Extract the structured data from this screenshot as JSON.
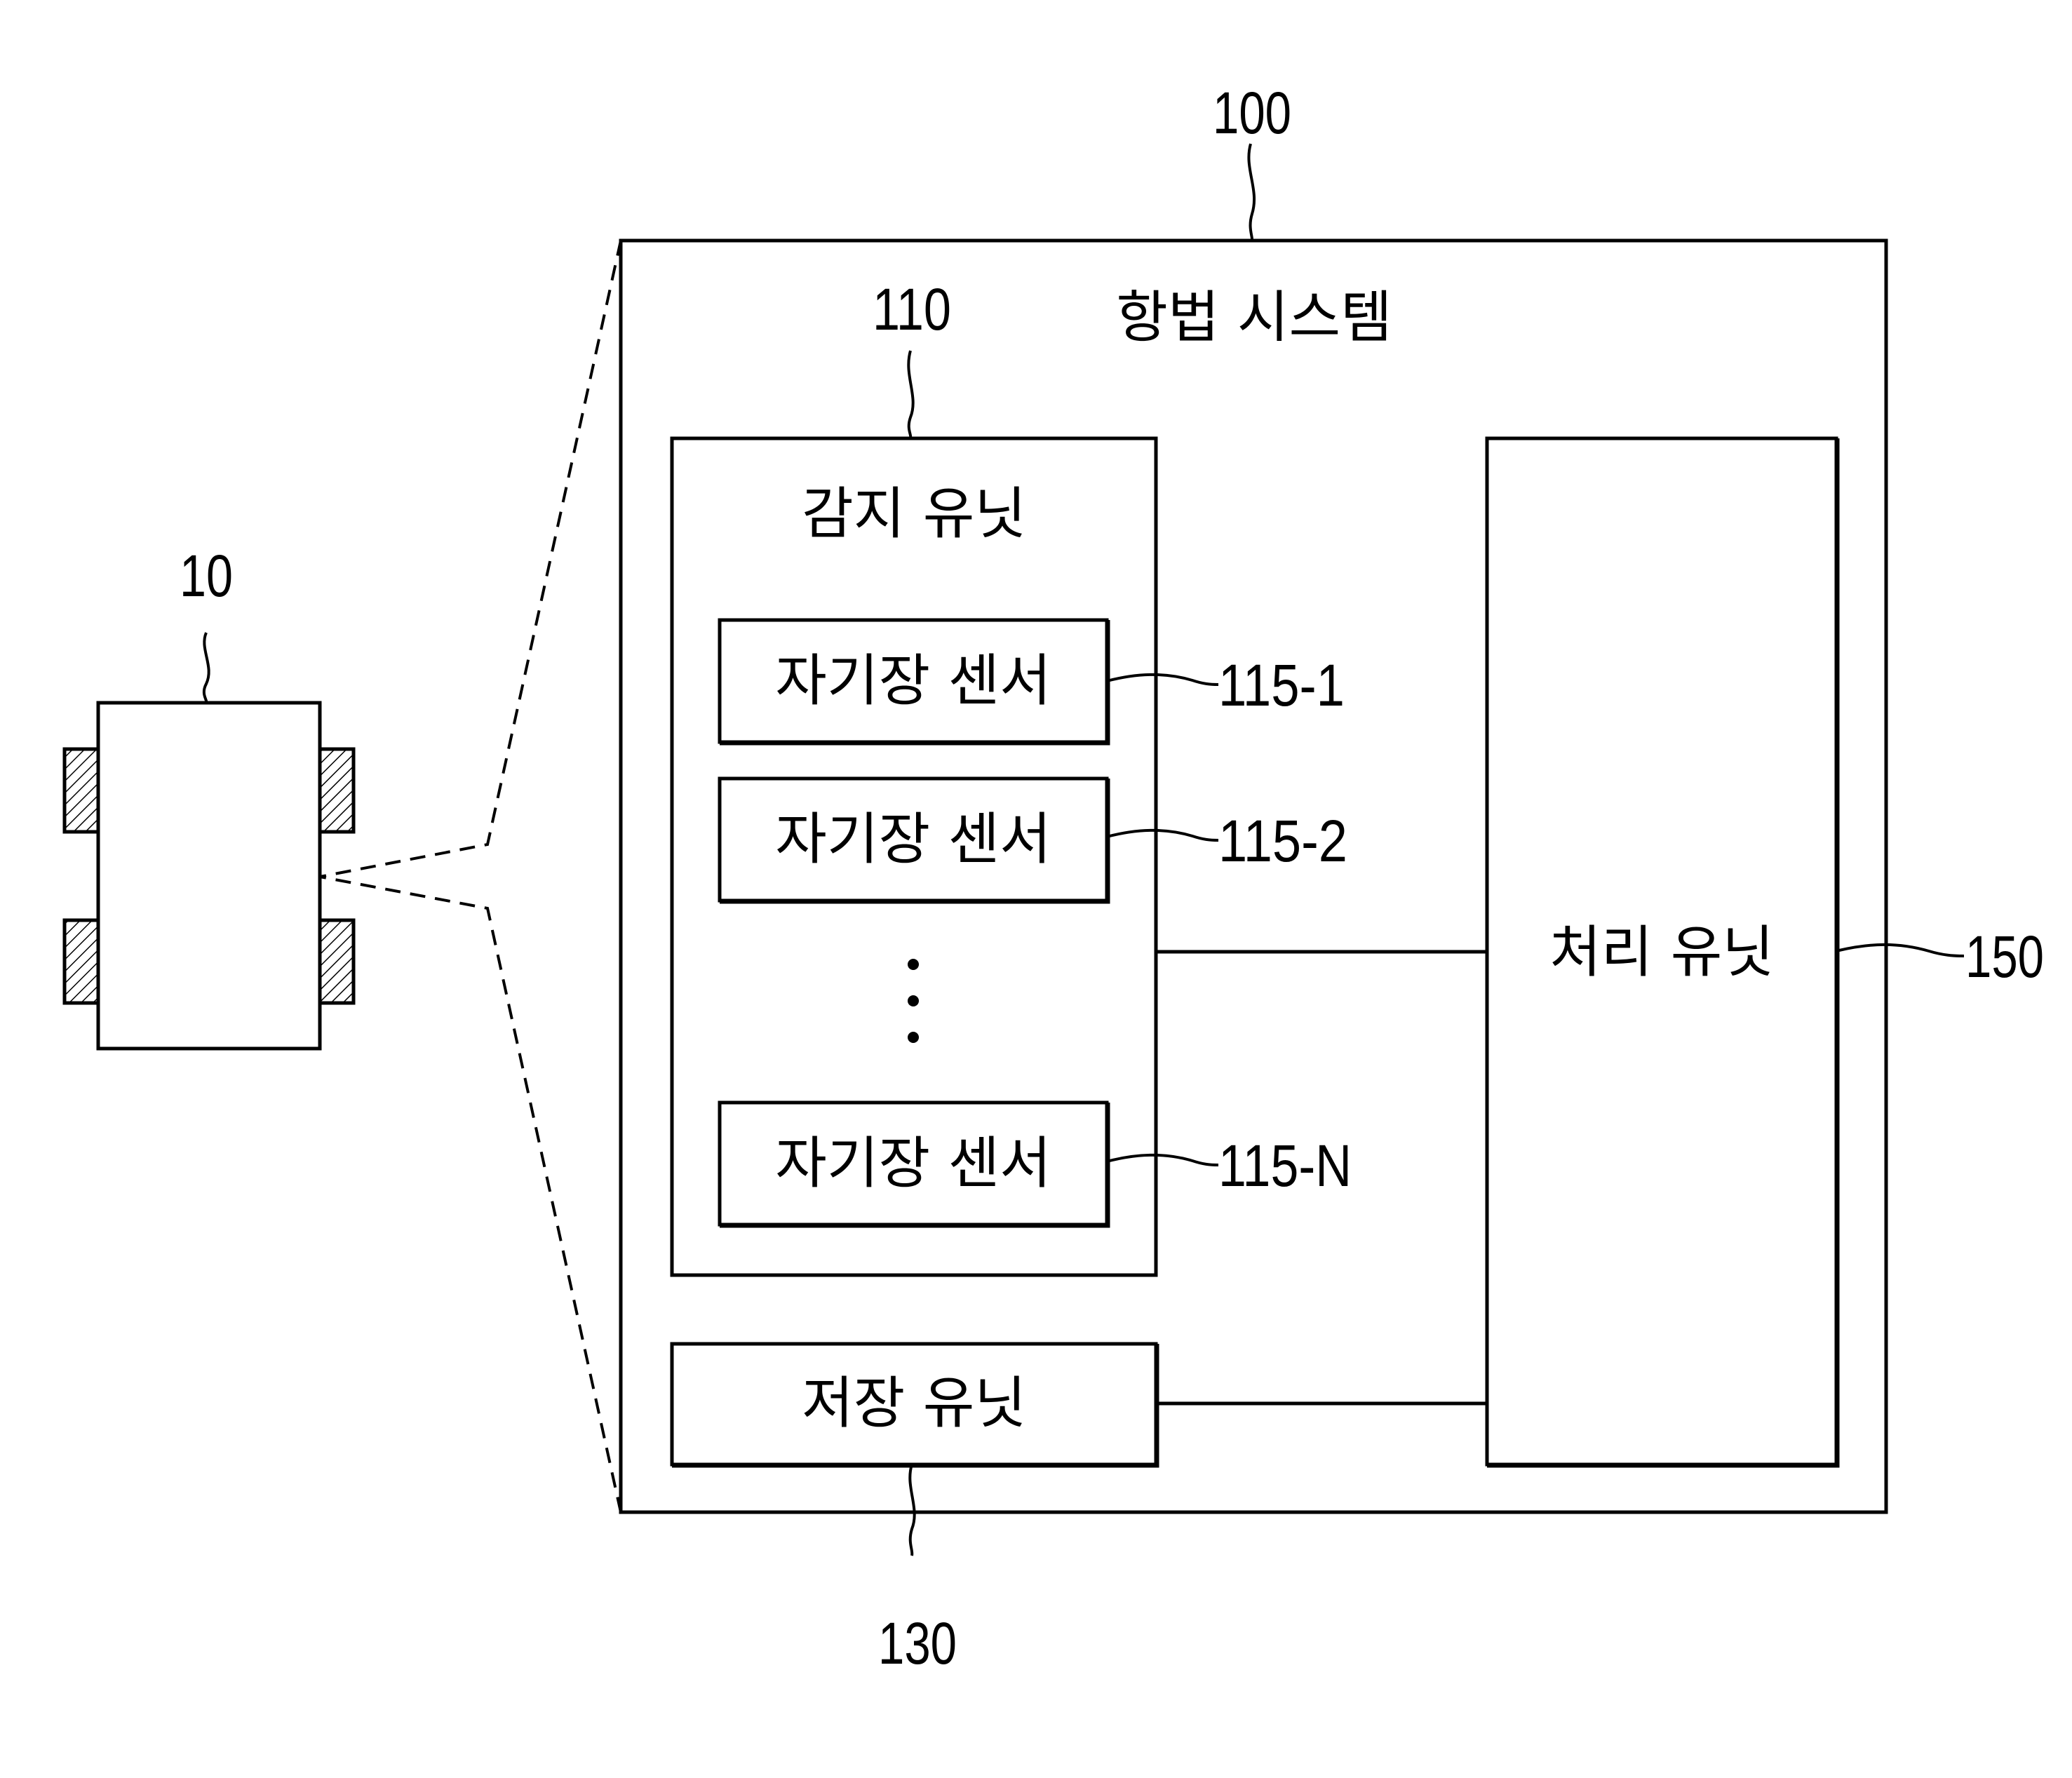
{
  "device": {
    "ref": "10"
  },
  "system": {
    "ref": "100",
    "title": "항법 시스템"
  },
  "sensing_unit": {
    "ref": "110",
    "label": "감지 유닛",
    "sensors": [
      {
        "label": "자기장 센서",
        "ref": "115-1"
      },
      {
        "label": "자기장 센서",
        "ref": "115-2"
      },
      {
        "label": "자기장 센서",
        "ref": "115-N"
      }
    ]
  },
  "storage_unit": {
    "ref": "130",
    "label": "저장 유닛"
  },
  "processing_unit": {
    "ref": "150",
    "label": "처리 유닛"
  }
}
